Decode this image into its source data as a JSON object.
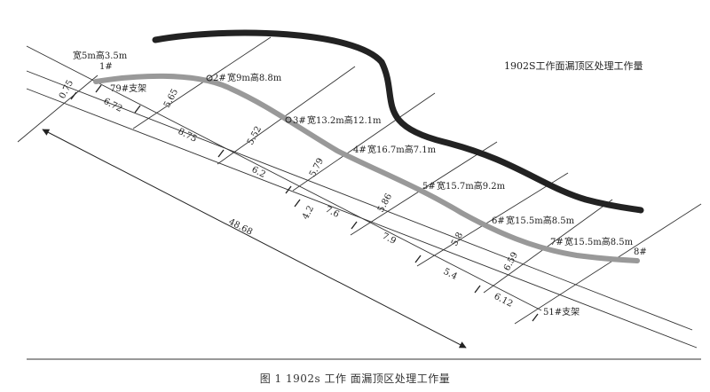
{
  "diagram": {
    "title": "1902S工作面漏顶区处理工作量",
    "caption": "图 1 1902s 工作 面漏顶区处理工作量",
    "points": [
      {
        "label": "1#",
        "size": "宽5m高3.5m"
      },
      {
        "label": "2#",
        "size": "宽9m高8.8m"
      },
      {
        "label": "3#",
        "size": "宽13.2m高12.1m"
      },
      {
        "label": "4#",
        "size": "宽16.7m高7.1m"
      },
      {
        "label": "5#",
        "size": "宽15.7m高9.2m"
      },
      {
        "label": "6#",
        "size": "宽15.5m高8.5m"
      },
      {
        "label": "7#",
        "size": "宽15.5m高8.5m"
      },
      {
        "label": "8#",
        "size": ""
      }
    ],
    "supports": {
      "start": "79#支架",
      "end": "51#支架"
    },
    "dims_upper": [
      "5.65",
      "5.52",
      "5.79",
      "5.86",
      "5.8",
      "6.59"
    ],
    "dims_lower": [
      "6.72",
      "8.75",
      "6.2",
      "7.6",
      "7.9",
      "5.4",
      "6.12"
    ],
    "dim_offset": "0.75",
    "dim_small": "4.2",
    "dim_total": "48.68",
    "colors": {
      "roof_line": "#222222",
      "coal_line": "#999999",
      "lines": "#333333"
    }
  }
}
